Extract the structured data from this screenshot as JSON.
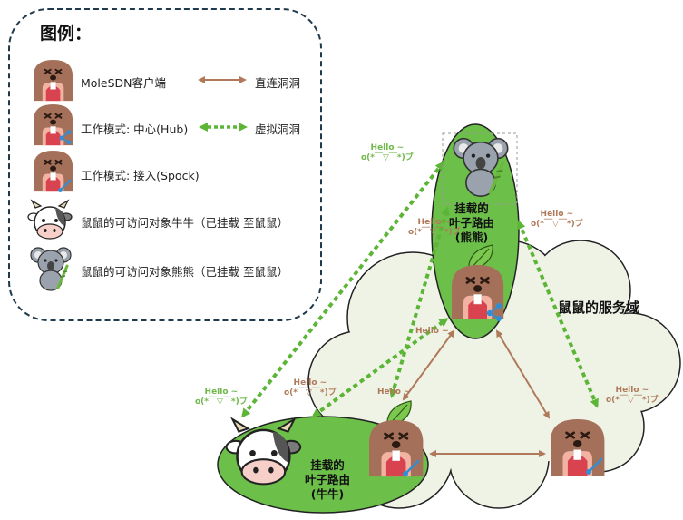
{
  "legend": {
    "title": "图例：",
    "client_label": "MoleSDN客户端",
    "direct_label": "直连洞洞",
    "hub_label": "工作模式: 中心(Hub)",
    "virtual_label": "虚拟洞洞",
    "spock_label": "工作模式: 接入(Spock)",
    "cow_label": "鼠鼠的可访问对象牛牛（已挂载 至鼠鼠）",
    "koala_label": "鼠鼠的可访问对象熊熊（已挂载 至鼠鼠）"
  },
  "diagram": {
    "domain_label": "鼠鼠的服务域",
    "koala_router": [
      "挂载的",
      "叶子路由",
      "(熊熊)"
    ],
    "cow_router": [
      "挂载的",
      "叶子路由",
      "(牛牛)"
    ],
    "hello_line1": "Hello ~",
    "hello_line2": "o(*￣▽￣*)ブ"
  },
  "colors": {
    "direct_tunnel": "#b07a5a",
    "virtual_tunnel": "#5cb536",
    "leaf_router_fill": "#6cc04a",
    "cloud_fill": "#eef3e6"
  }
}
